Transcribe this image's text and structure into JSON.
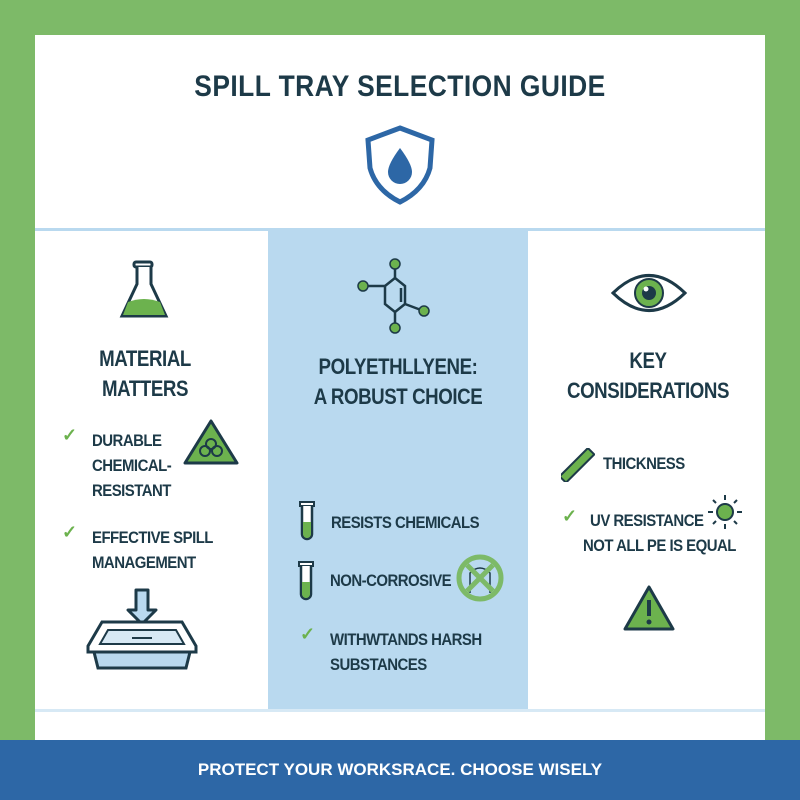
{
  "title": "SPILL TRAY SELECTION GUIDE",
  "colors": {
    "background": "#7dba68",
    "accent_blue": "#2d67a6",
    "panel_blue": "#b9d9ef",
    "green": "#6cb24e",
    "text": "#1d3a48"
  },
  "columns": [
    {
      "heading_line1": "MATERIAL",
      "heading_line2": "MATTERS",
      "icon": "flask-icon",
      "items": [
        {
          "icon": "check-icon",
          "lines": [
            "DURABLE",
            "CHEMICAL-",
            "RESISTANT"
          ],
          "side_icon": "biohazard-icon"
        },
        {
          "icon": "check-icon",
          "lines": [
            "EFFECTIVE SPILL",
            "MANAGEMENT"
          ]
        }
      ],
      "bottom_icon": "spill-tray-icon"
    },
    {
      "heading_line1": "POLYETHLLYENE:",
      "heading_line2": "A ROBUST CHOICE",
      "icon": "molecule-icon",
      "items": [
        {
          "icon": "test-tube-icon",
          "lines": [
            "RESISTS CHEMICALS"
          ]
        },
        {
          "icon": "test-tube-icon",
          "lines": [
            "NON-CORROSIVE"
          ],
          "side_icon": "no-corrosion-icon"
        },
        {
          "icon": "check-icon",
          "lines": [
            "WITHWTANDS HARSH",
            "SUBSTANCES"
          ]
        }
      ]
    },
    {
      "heading_line1": "KEY",
      "heading_line2": "CONSIDERATIONS",
      "icon": "eye-icon",
      "items": [
        {
          "icon": "ruler-icon",
          "lines": [
            "THICKNESS"
          ]
        },
        {
          "icon": "check-icon",
          "lines": [
            "UV RESISTANCE",
            "NOT ALL PE IS EQUAL"
          ],
          "side_icon": "sun-icon"
        }
      ],
      "bottom_icon": "warning-icon"
    }
  ],
  "footer": "PROTECT YOUR WORKSRACE. CHOOSE WISELY"
}
